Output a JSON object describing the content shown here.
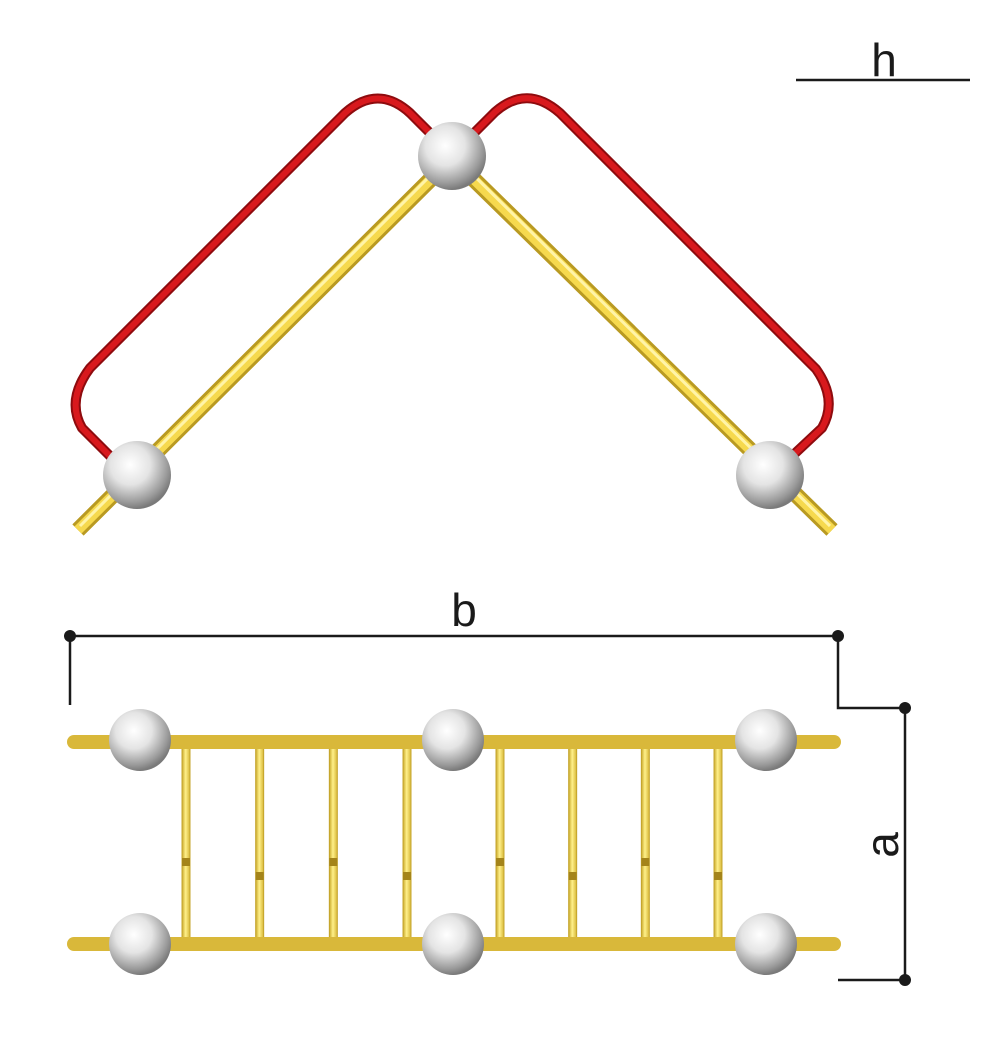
{
  "labels": {
    "height": "h",
    "width": "b",
    "depth": "a"
  },
  "colors": {
    "background": "#ffffff",
    "handrail": "#d01418",
    "handrail_dark": "#8e0b0e",
    "ladder": "#f2d24a",
    "ladder_dark": "#b99a22",
    "ball_light": "#ffffff",
    "ball_dark": "#8a8a8a",
    "dimension": "#1a1a1a"
  },
  "ladder": {
    "rungs_per_half": 4
  }
}
